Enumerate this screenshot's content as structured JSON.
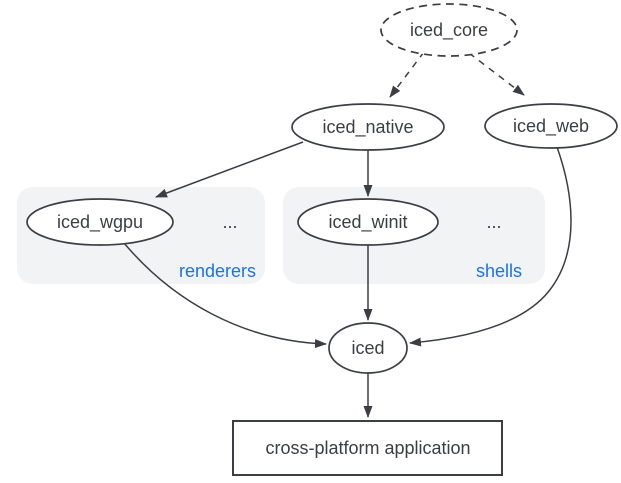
{
  "colors": {
    "background": "#ffffff",
    "stroke": "#3b3e45",
    "text": "#3b3e45",
    "accent": "#1a73e8",
    "group_fill": "#f1f3f5",
    "node_fill": "#ffffff"
  },
  "nodes": {
    "iced_core": {
      "label": "iced_core",
      "shape": "dashed-ellipse"
    },
    "iced_native": {
      "label": "iced_native",
      "shape": "ellipse"
    },
    "iced_web": {
      "label": "iced_web",
      "shape": "ellipse"
    },
    "iced_wgpu": {
      "label": "iced_wgpu",
      "shape": "ellipse"
    },
    "iced_winit": {
      "label": "iced_winit",
      "shape": "ellipse"
    },
    "iced": {
      "label": "iced",
      "shape": "ellipse"
    },
    "application": {
      "label": "cross-platform application",
      "shape": "rectangle"
    }
  },
  "groups": {
    "renderers": {
      "label": "renderers",
      "ellipsis": "...",
      "contains": [
        "iced_wgpu"
      ]
    },
    "shells": {
      "label": "shells",
      "ellipsis": "...",
      "contains": [
        "iced_winit"
      ]
    }
  },
  "edges": [
    {
      "from": "iced_core",
      "to": "iced_native",
      "style": "dashed"
    },
    {
      "from": "iced_core",
      "to": "iced_web",
      "style": "dashed"
    },
    {
      "from": "iced_native",
      "to": "iced_wgpu",
      "style": "solid"
    },
    {
      "from": "iced_native",
      "to": "iced_winit",
      "style": "solid"
    },
    {
      "from": "iced_winit",
      "to": "iced",
      "style": "solid"
    },
    {
      "from": "iced_wgpu",
      "to": "iced",
      "style": "solid"
    },
    {
      "from": "iced_web",
      "to": "iced",
      "style": "solid"
    },
    {
      "from": "iced",
      "to": "application",
      "style": "solid"
    }
  ]
}
